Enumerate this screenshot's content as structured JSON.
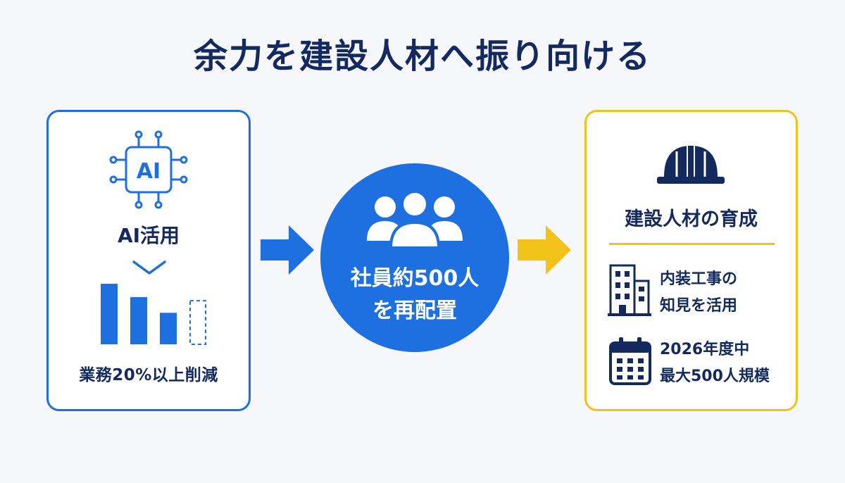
{
  "title": "余力を建設人材へ振り向ける",
  "left_card": {
    "chip_icon_text": "AI",
    "label": "AI活用",
    "reduction_label": "業務20%以上削減",
    "bars": [
      1.0,
      0.78,
      0.52
    ]
  },
  "center": {
    "line1": "社員約500人",
    "line2": "を再配置"
  },
  "right_card": {
    "title": "建設人材の育成",
    "items": [
      {
        "icon": "building-icon",
        "line1": "内装工事の",
        "line2": "知見を活用"
      },
      {
        "icon": "calendar-icon",
        "line1": "2026年度中",
        "line2": "最大500人規模"
      }
    ]
  },
  "colors": {
    "navy": "#14295e",
    "blue": "#1e6fe0",
    "yellow": "#f2c21b",
    "background": "#f5f7fb"
  }
}
